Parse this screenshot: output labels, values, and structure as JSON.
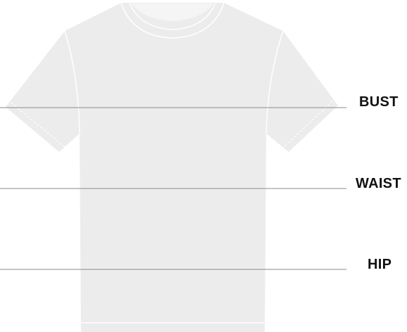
{
  "diagram": {
    "garment": "t-shirt",
    "colors": {
      "shirt_fill": "#ececec",
      "seam_line": "#ffffff",
      "measure_line": "#8a8a8a",
      "label_text": "#111111"
    },
    "measurements": [
      {
        "id": "bust",
        "label": "BUST"
      },
      {
        "id": "waist",
        "label": "WAIST"
      },
      {
        "id": "hip",
        "label": "HIP"
      }
    ]
  }
}
